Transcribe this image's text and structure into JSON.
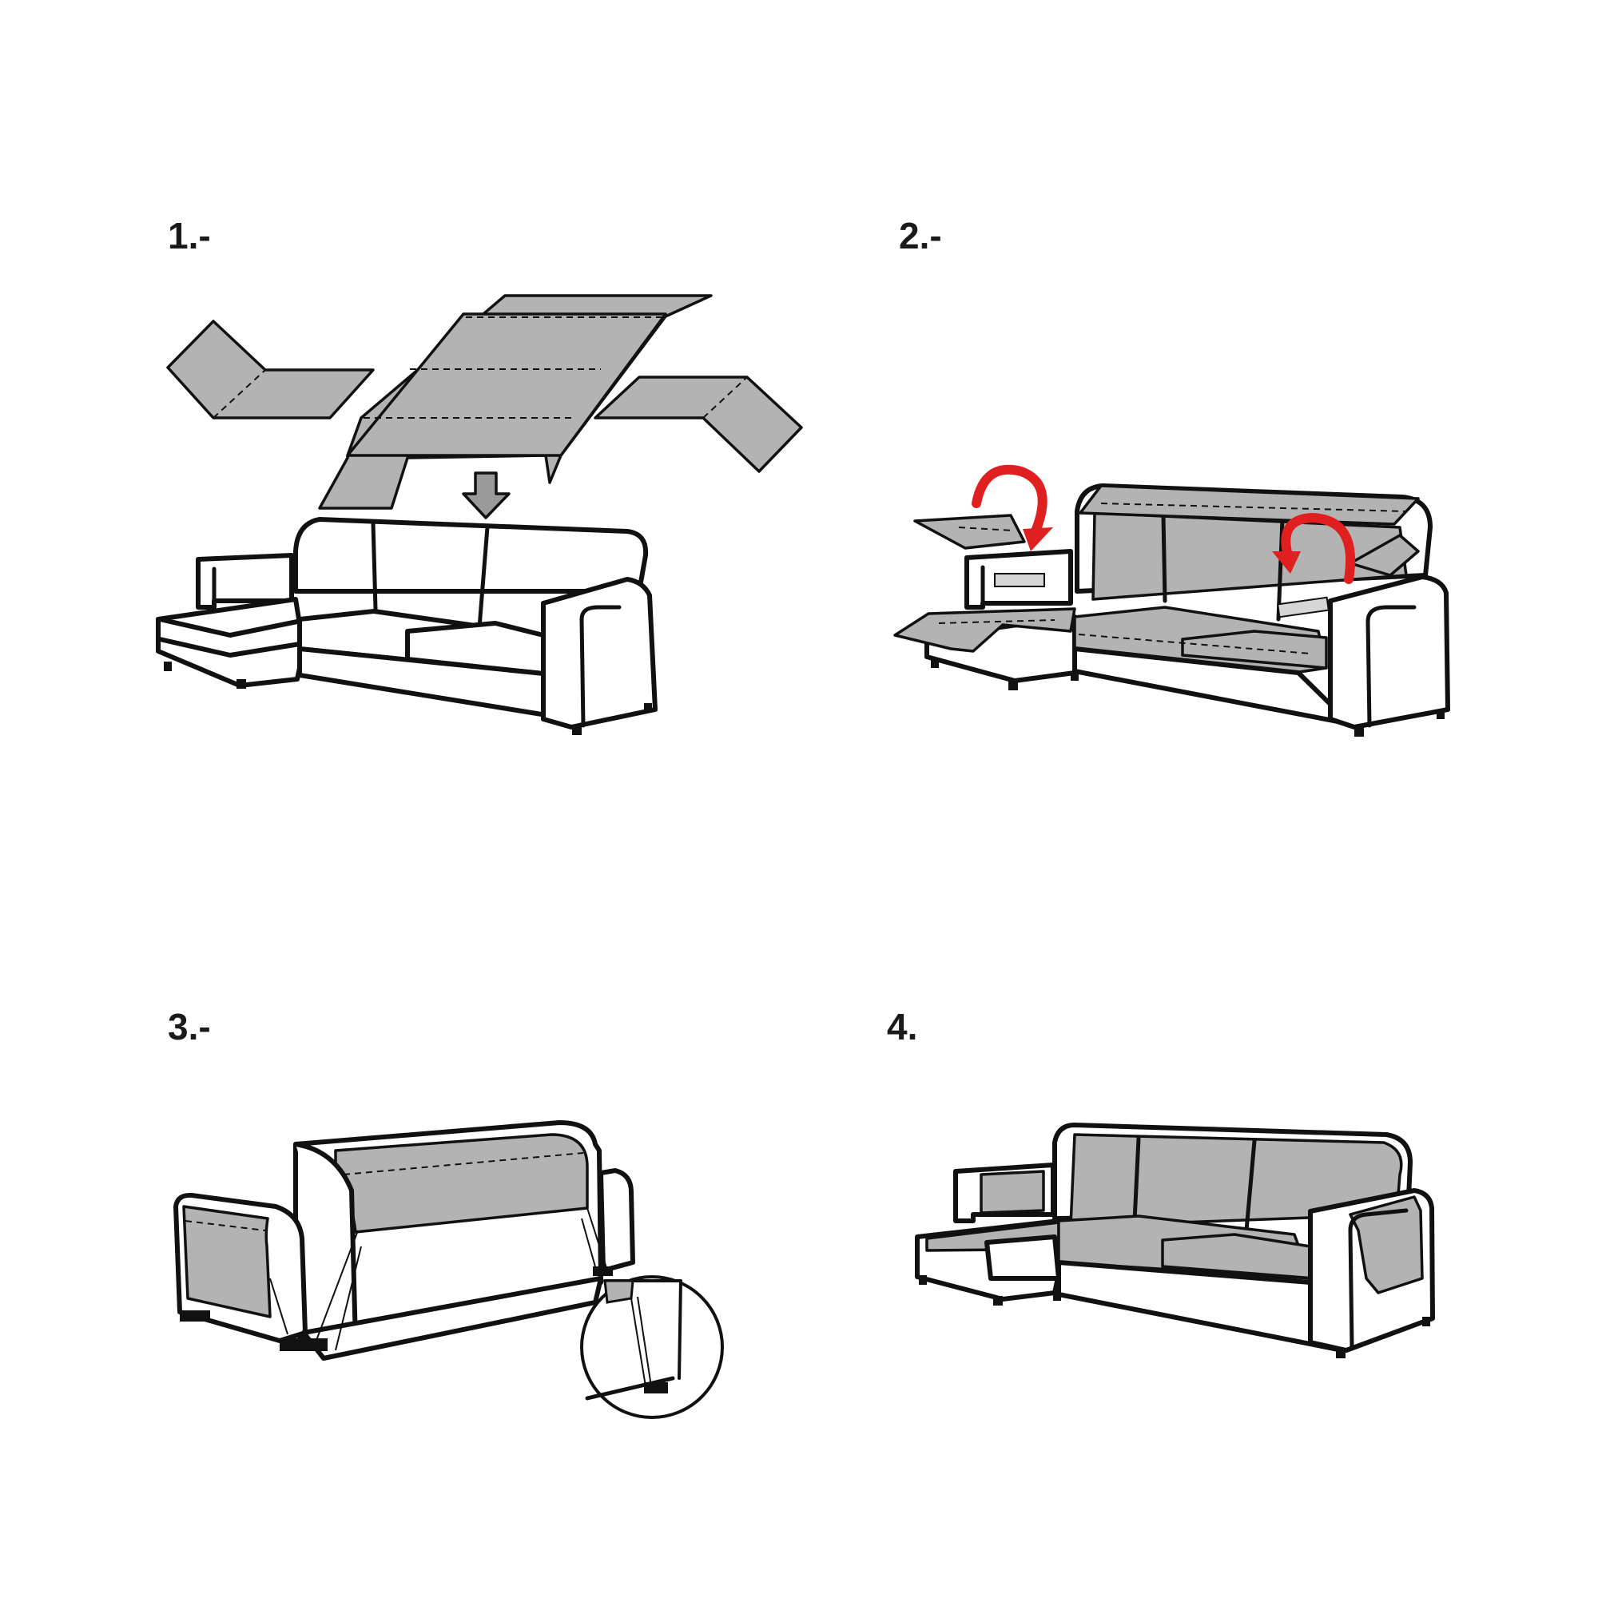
{
  "steps": [
    {
      "id": "step-1",
      "label": "1.-"
    },
    {
      "id": "step-2",
      "label": "2.-"
    },
    {
      "id": "step-3",
      "label": "3.-"
    },
    {
      "id": "step-4",
      "label": "4."
    }
  ],
  "colors": {
    "cover": "#b3b3b3",
    "outline": "#111111",
    "arrow_red": "#e02020",
    "background": "#ffffff"
  },
  "icons": {
    "down_arrow": "down-arrow-icon",
    "rotate_arrow": "curved-arrow-icon",
    "detail_zoom": "magnifier-circle-icon"
  }
}
